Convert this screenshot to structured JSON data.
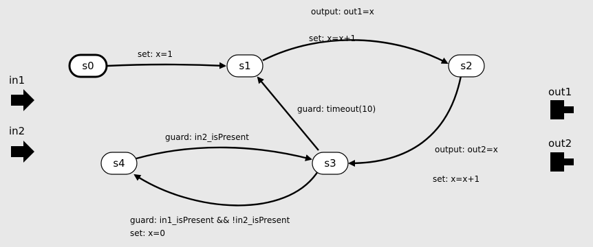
{
  "diagram": {
    "ports": {
      "in1": "in1",
      "in2": "in2",
      "out1": "out1",
      "out2": "out2"
    },
    "states": {
      "s0": "s0",
      "s1": "s1",
      "s2": "s2",
      "s3": "s3",
      "s4": "s4"
    },
    "transitions": {
      "s0_s1": {
        "set": "set: x=1"
      },
      "s1_s2": {
        "output": "output: out1=x",
        "set": "set: x=x+1"
      },
      "s3_s1": {
        "guard": "guard: timeout(10)"
      },
      "s2_s3": {
        "output": "output: out2=x",
        "set": "set: x=x+1"
      },
      "s4_s3": {
        "guard": "guard: in2_isPresent"
      },
      "s3_s4": {
        "guard": "guard: in1_isPresent && !in2_isPresent",
        "set": "set: x=0"
      }
    }
  }
}
